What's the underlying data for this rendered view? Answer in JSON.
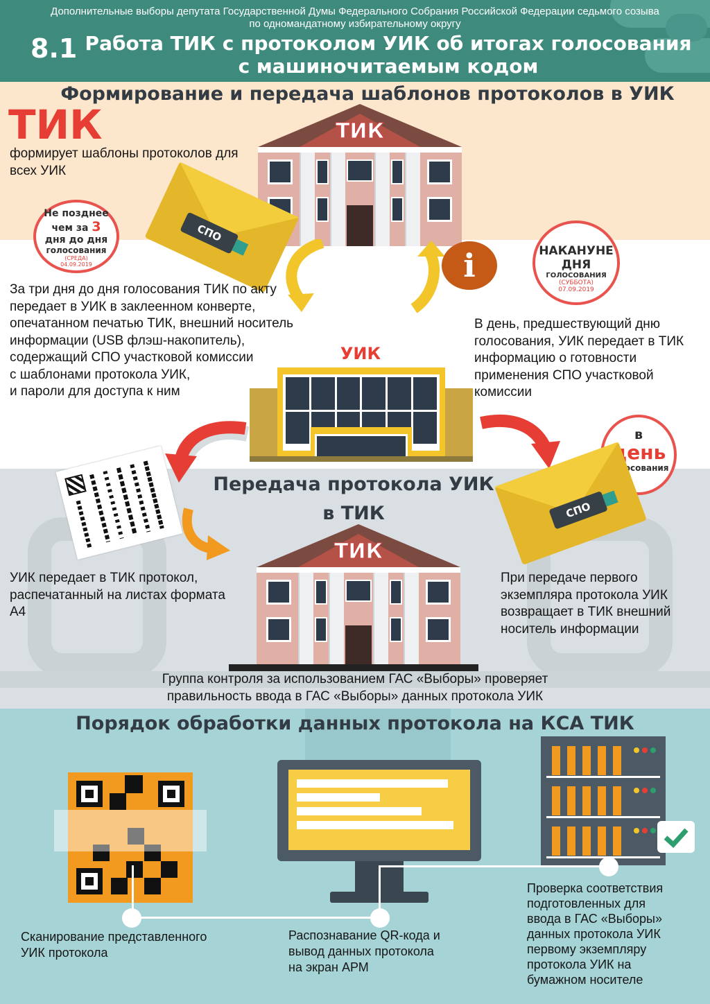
{
  "header": {
    "subtitle_line1": "Дополнительные выборы депутата Государственной Думы Федерального Собрания Российской Федерации седьмого созыва",
    "subtitle_line2": "по одномандатному избирательному округу",
    "number": "8.1",
    "title_line1": "Работа ТИК с протоколом УИК об итогах голосования",
    "title_line2": "с машиночитаемым кодом"
  },
  "section1": {
    "title": "Формирование и передача шаблонов протоколов в УИК",
    "tik_big": "ТИК",
    "tik_desc_line1": "формирует шаблоны протоколов для",
    "tik_desc_line2": "всех УИК",
    "building_label": "ТИК",
    "envelope_label": "СПО",
    "stamp_left": {
      "line1": "Не позднее",
      "line2a": "чем за ",
      "line2b": "3",
      "line3": "дня до дня",
      "line4": "голосования",
      "line5": "(СРЕДА)",
      "line6": "04.09.2019"
    },
    "stamp_right": {
      "line1": "НАКАНУНЕ",
      "line2": "ДНЯ",
      "line3": "ГОЛОСОВАНИЯ",
      "line4": "(СУББОТА)",
      "line5": "07.09.2019"
    },
    "info_glyph": "i",
    "left_text": [
      "За три дня до дня голосования ТИК по акту",
      "передает в УИК в заклеенном конверте,",
      "опечатанном печатью ТИК, внешний носитель",
      "информации (USB флэш-накопитель),",
      "содержащий СПО участковой комиссии",
      "с шаблонами протокола УИК,",
      "и пароли для доступа к ним"
    ],
    "right_text": [
      "В день, предшествующий дню",
      "голосования, УИК передает в ТИК",
      "информацию о готовности",
      "применения СПО участковой",
      "комиссии"
    ],
    "uik_label": "УИК"
  },
  "section2": {
    "title_line1": "Передача протокола УИК",
    "title_line2": "в ТИК",
    "building_label": "ТИК",
    "stamp_day": {
      "line1": "в",
      "line2": "день",
      "line3": "голосования"
    },
    "envelope_label": "СПО",
    "left_text": [
      "УИК передает в ТИК протокол,",
      "распечатанный на листах формата",
      "А4"
    ],
    "right_text": [
      "При передаче первого",
      "экземпляра протокола УИК",
      "возвращает в ТИК внешний",
      "носитель информации"
    ],
    "bottom_text": [
      "Группа контроля за использованием ГАС «Выборы» проверяет",
      "правильность ввода в ГАС «Выборы» данных протокола УИК"
    ]
  },
  "section3": {
    "title": "Порядок обработки данных протокола на КСА ТИК",
    "step1": [
      "Сканирование представленного",
      "УИК протокола"
    ],
    "step2": [
      "Распознавание QR-кода и",
      "вывод данных протокола",
      "на экран АРМ"
    ],
    "step3": [
      "Проверка соответствия",
      "подготовленных для",
      "ввода в ГАС «Выборы»",
      "данных протокола УИК",
      "первому экземпляру",
      "протокола УИК на",
      "бумажном носителе"
    ]
  },
  "colors": {
    "header": "#3e8b7e",
    "red": "#e63e35",
    "yellow": "#f2c52b",
    "orange": "#f29a1f",
    "teal_bg": "#a6d3d6"
  }
}
